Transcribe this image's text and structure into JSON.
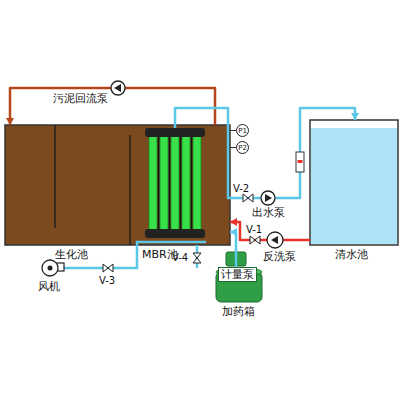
{
  "diagram": {
    "nodes": [
      {
        "text": [
          "生化池"
        ]
      },
      {
        "text": [
          "MBR池"
        ]
      },
      {
        "text": [
          "清水池"
        ]
      },
      {
        "text": [
          "加药箱"
        ]
      },
      {
        "text": [
          "计量泵"
        ],
        "in": 3
      },
      {
        "text": [
          "P1"
        ]
      },
      {
        "text": [
          "P2"
        ]
      }
    ],
    "edges": [
      {
        "from": 1,
        "to": 0,
        "arrow": "to",
        "label": "污泥回流泵"
      },
      {
        "from": 1,
        "to": 2,
        "arrow": "to",
        "label": "出水泵"
      },
      {
        "from": 2,
        "to": 1,
        "arrow": "to",
        "label": "反洗泵"
      },
      {
        "from": 4,
        "to": 1,
        "arrow": "to"
      }
    ],
    "labels": [
      "风机",
      "V-3",
      "V-4",
      "V-2",
      "V-1"
    ]
  }
}
